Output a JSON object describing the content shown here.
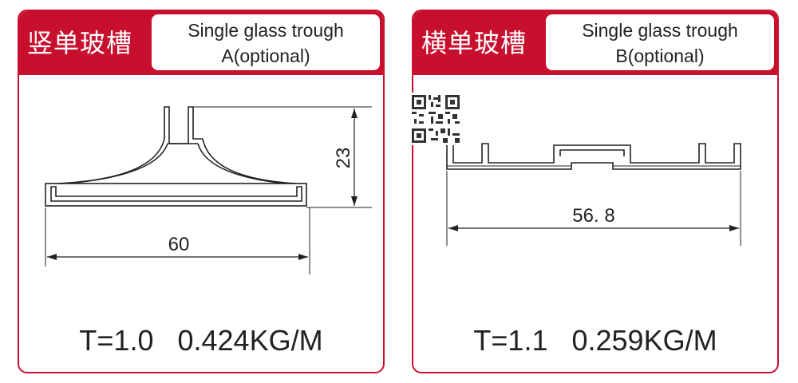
{
  "cards": [
    {
      "title_cn": "竖单玻槽",
      "subtitle_line1": "Single glass trough",
      "subtitle_line2": "A(optional)",
      "dim_width": "60",
      "dim_height": "23",
      "spec": "T=1.0   0.424KG/M"
    },
    {
      "title_cn": "横单玻槽",
      "subtitle_line1": "Single glass trough",
      "subtitle_line2": "B(optional)",
      "dim_width": "56. 8",
      "spec": "T=1.1   0.259KG/M"
    }
  ],
  "colors": {
    "accent": "#c8102e",
    "line": "#222222"
  }
}
